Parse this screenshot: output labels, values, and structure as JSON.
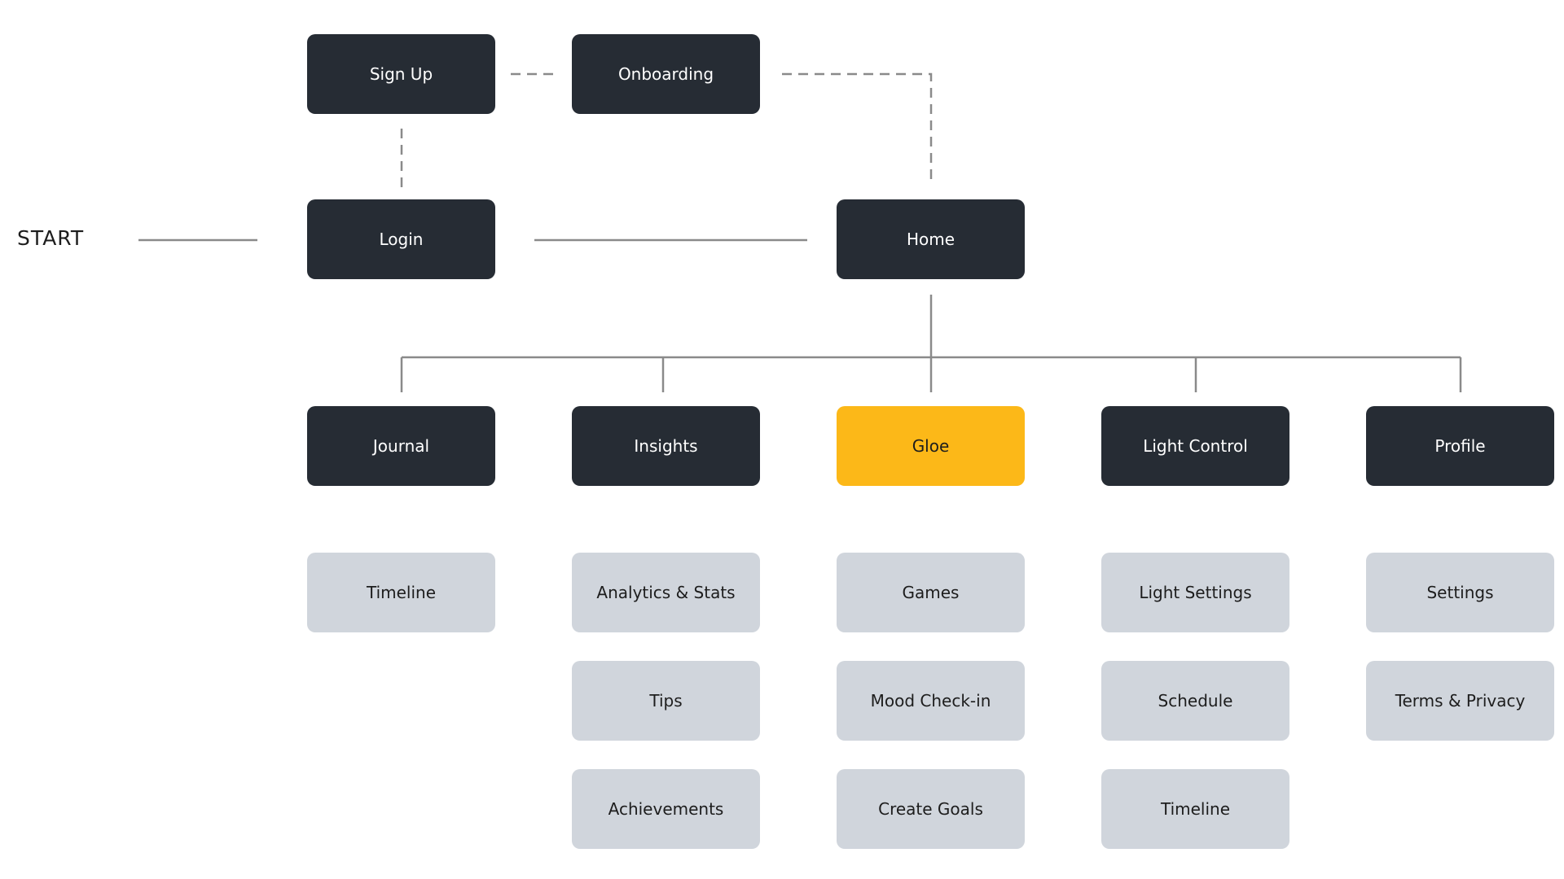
{
  "start_label": "START",
  "colors": {
    "node_dark": "#262c34",
    "node_accent": "#fcb818",
    "node_sub": "#d0d5dc",
    "connector": "#8a8a8a"
  },
  "nodes": {
    "sign_up": "Sign Up",
    "onboarding": "Onboarding",
    "login": "Login",
    "home": "Home",
    "journal": "Journal",
    "insights": "Insights",
    "gloe": "Gloe",
    "light_control": "Light Control",
    "profile": "Profile"
  },
  "subpages": {
    "journal": [
      "Timeline"
    ],
    "insights": [
      "Analytics & Stats",
      "Tips",
      "Achievements"
    ],
    "gloe": [
      "Games",
      "Mood Check-in",
      "Create Goals"
    ],
    "light_control": [
      "Light Settings",
      "Schedule",
      "Timeline"
    ],
    "profile": [
      "Settings",
      "Terms & Privacy"
    ]
  }
}
